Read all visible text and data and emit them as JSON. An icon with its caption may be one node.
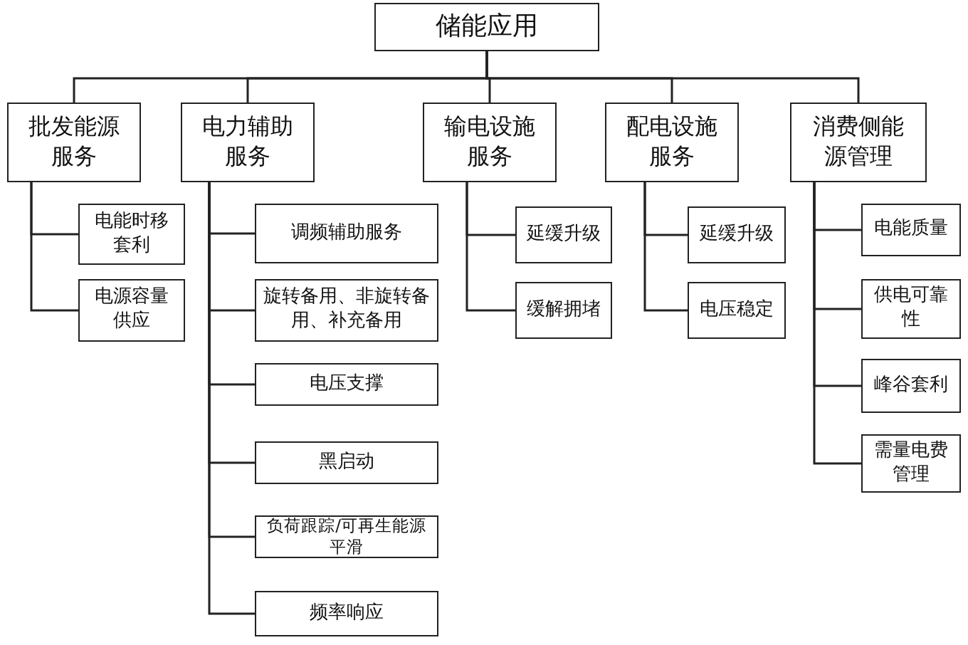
{
  "diagram": {
    "nodes": [
      {
        "text": [
          "储能应用"
        ]
      },
      {
        "text": [
          "批发能源服务"
        ]
      },
      {
        "text": [
          "电力辅助服务"
        ]
      },
      {
        "text": [
          "输电设施服务"
        ]
      },
      {
        "text": [
          "配电设施服务"
        ]
      },
      {
        "text": [
          "消费侧能源管理"
        ]
      },
      {
        "text": [
          "电能时移套利"
        ]
      },
      {
        "text": [
          "电源容量供应"
        ]
      },
      {
        "text": [
          "调频辅助服务"
        ]
      },
      {
        "text": [
          "旋转备用、非旋转备用、补充备用"
        ]
      },
      {
        "text": [
          "电压支撑"
        ]
      },
      {
        "text": [
          "黑启动"
        ]
      },
      {
        "text": [
          "负荷跟踪/可再生能源平滑"
        ]
      },
      {
        "text": [
          "频率响应"
        ]
      },
      {
        "text": [
          "延缓升级"
        ]
      },
      {
        "text": [
          "缓解拥堵"
        ]
      },
      {
        "text": [
          "延缓升级"
        ]
      },
      {
        "text": [
          "电压稳定"
        ]
      },
      {
        "text": [
          "电能质量"
        ]
      },
      {
        "text": [
          "供电可靠性"
        ]
      },
      {
        "text": [
          "峰谷套利"
        ]
      },
      {
        "text": [
          "需量电费管理"
        ]
      }
    ],
    "edges": [
      {
        "from": 0,
        "to": 1,
        "arrow": "none"
      },
      {
        "from": 0,
        "to": 2,
        "arrow": "none"
      },
      {
        "from": 0,
        "to": 3,
        "arrow": "none"
      },
      {
        "from": 0,
        "to": 4,
        "arrow": "none"
      },
      {
        "from": 0,
        "to": 5,
        "arrow": "none"
      },
      {
        "from": 1,
        "to": 6,
        "arrow": "none"
      },
      {
        "from": 1,
        "to": 7,
        "arrow": "none"
      },
      {
        "from": 2,
        "to": 8,
        "arrow": "none"
      },
      {
        "from": 2,
        "to": 9,
        "arrow": "none"
      },
      {
        "from": 2,
        "to": 10,
        "arrow": "none"
      },
      {
        "from": 2,
        "to": 11,
        "arrow": "none"
      },
      {
        "from": 2,
        "to": 12,
        "arrow": "none"
      },
      {
        "from": 2,
        "to": 13,
        "arrow": "none"
      },
      {
        "from": 3,
        "to": 14,
        "arrow": "none"
      },
      {
        "from": 3,
        "to": 15,
        "arrow": "none"
      },
      {
        "from": 4,
        "to": 16,
        "arrow": "none"
      },
      {
        "from": 4,
        "to": 17,
        "arrow": "none"
      },
      {
        "from": 5,
        "to": 18,
        "arrow": "none"
      },
      {
        "from": 5,
        "to": 19,
        "arrow": "none"
      },
      {
        "from": 5,
        "to": 20,
        "arrow": "none"
      },
      {
        "from": 5,
        "to": 21,
        "arrow": "none"
      }
    ]
  }
}
